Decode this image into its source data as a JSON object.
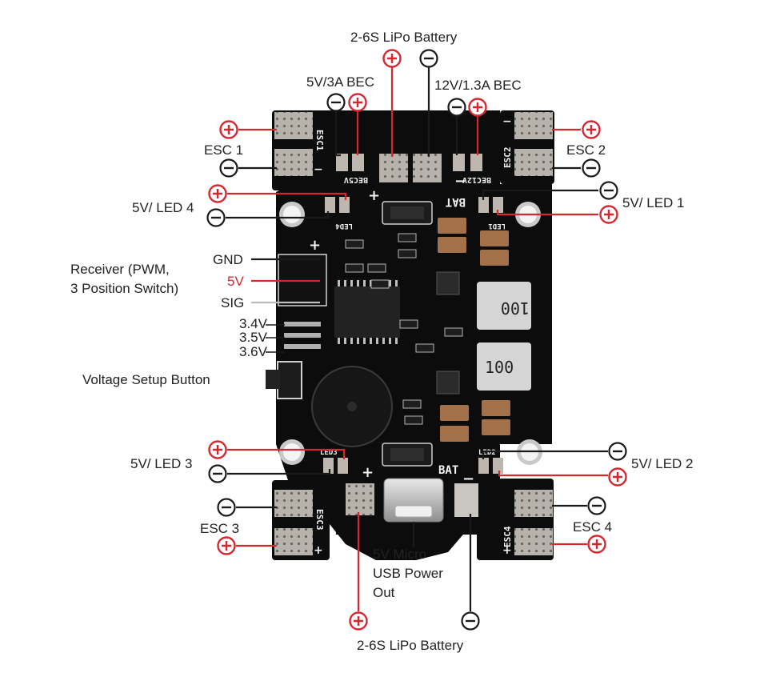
{
  "labels": {
    "battery_top": "2-6S LiPo Battery",
    "bec_5v": "5V/3A BEC",
    "bec_12v": "12V/1.3A BEC",
    "esc1": "ESC 1",
    "esc2": "ESC 2",
    "esc3": "ESC 3",
    "esc4": "ESC 4",
    "led4": "5V/ LED 4",
    "led1": "5V/ LED 1",
    "led3": "5V/ LED 3",
    "led2": "5V/ LED 2",
    "receiver_line1": "Receiver (PWM,",
    "receiver_line2": "3 Position Switch)",
    "gnd": "GND",
    "fivev": "5V",
    "sig": "SIG",
    "v34": "3.4V",
    "v35": "3.5V",
    "v36": "3.6V",
    "voltage_button": "Voltage Setup Button",
    "usb_line1": "5V Micro",
    "usb_line2": "USB Power",
    "usb_line3": "Out",
    "battery_bottom": "2-6S LiPo Battery"
  },
  "board": {
    "esc1": "ESC1",
    "esc2": "ESC2",
    "esc3": "ESC3",
    "esc4": "ESC4",
    "bec5v": "BEC5V",
    "bec12v": "BEC12V",
    "bat_top": "BAT",
    "bat_bottom": "BAT",
    "led1": "LED1",
    "led2": "LED2",
    "led3": "LED3",
    "led4": "LED4",
    "coil_top": "100",
    "coil_bottom": "100"
  },
  "colors": {
    "board": "#0c0c0c",
    "positive": "#d7262e",
    "negative": "#1a1a1a",
    "pad": "#b9b3ad"
  }
}
